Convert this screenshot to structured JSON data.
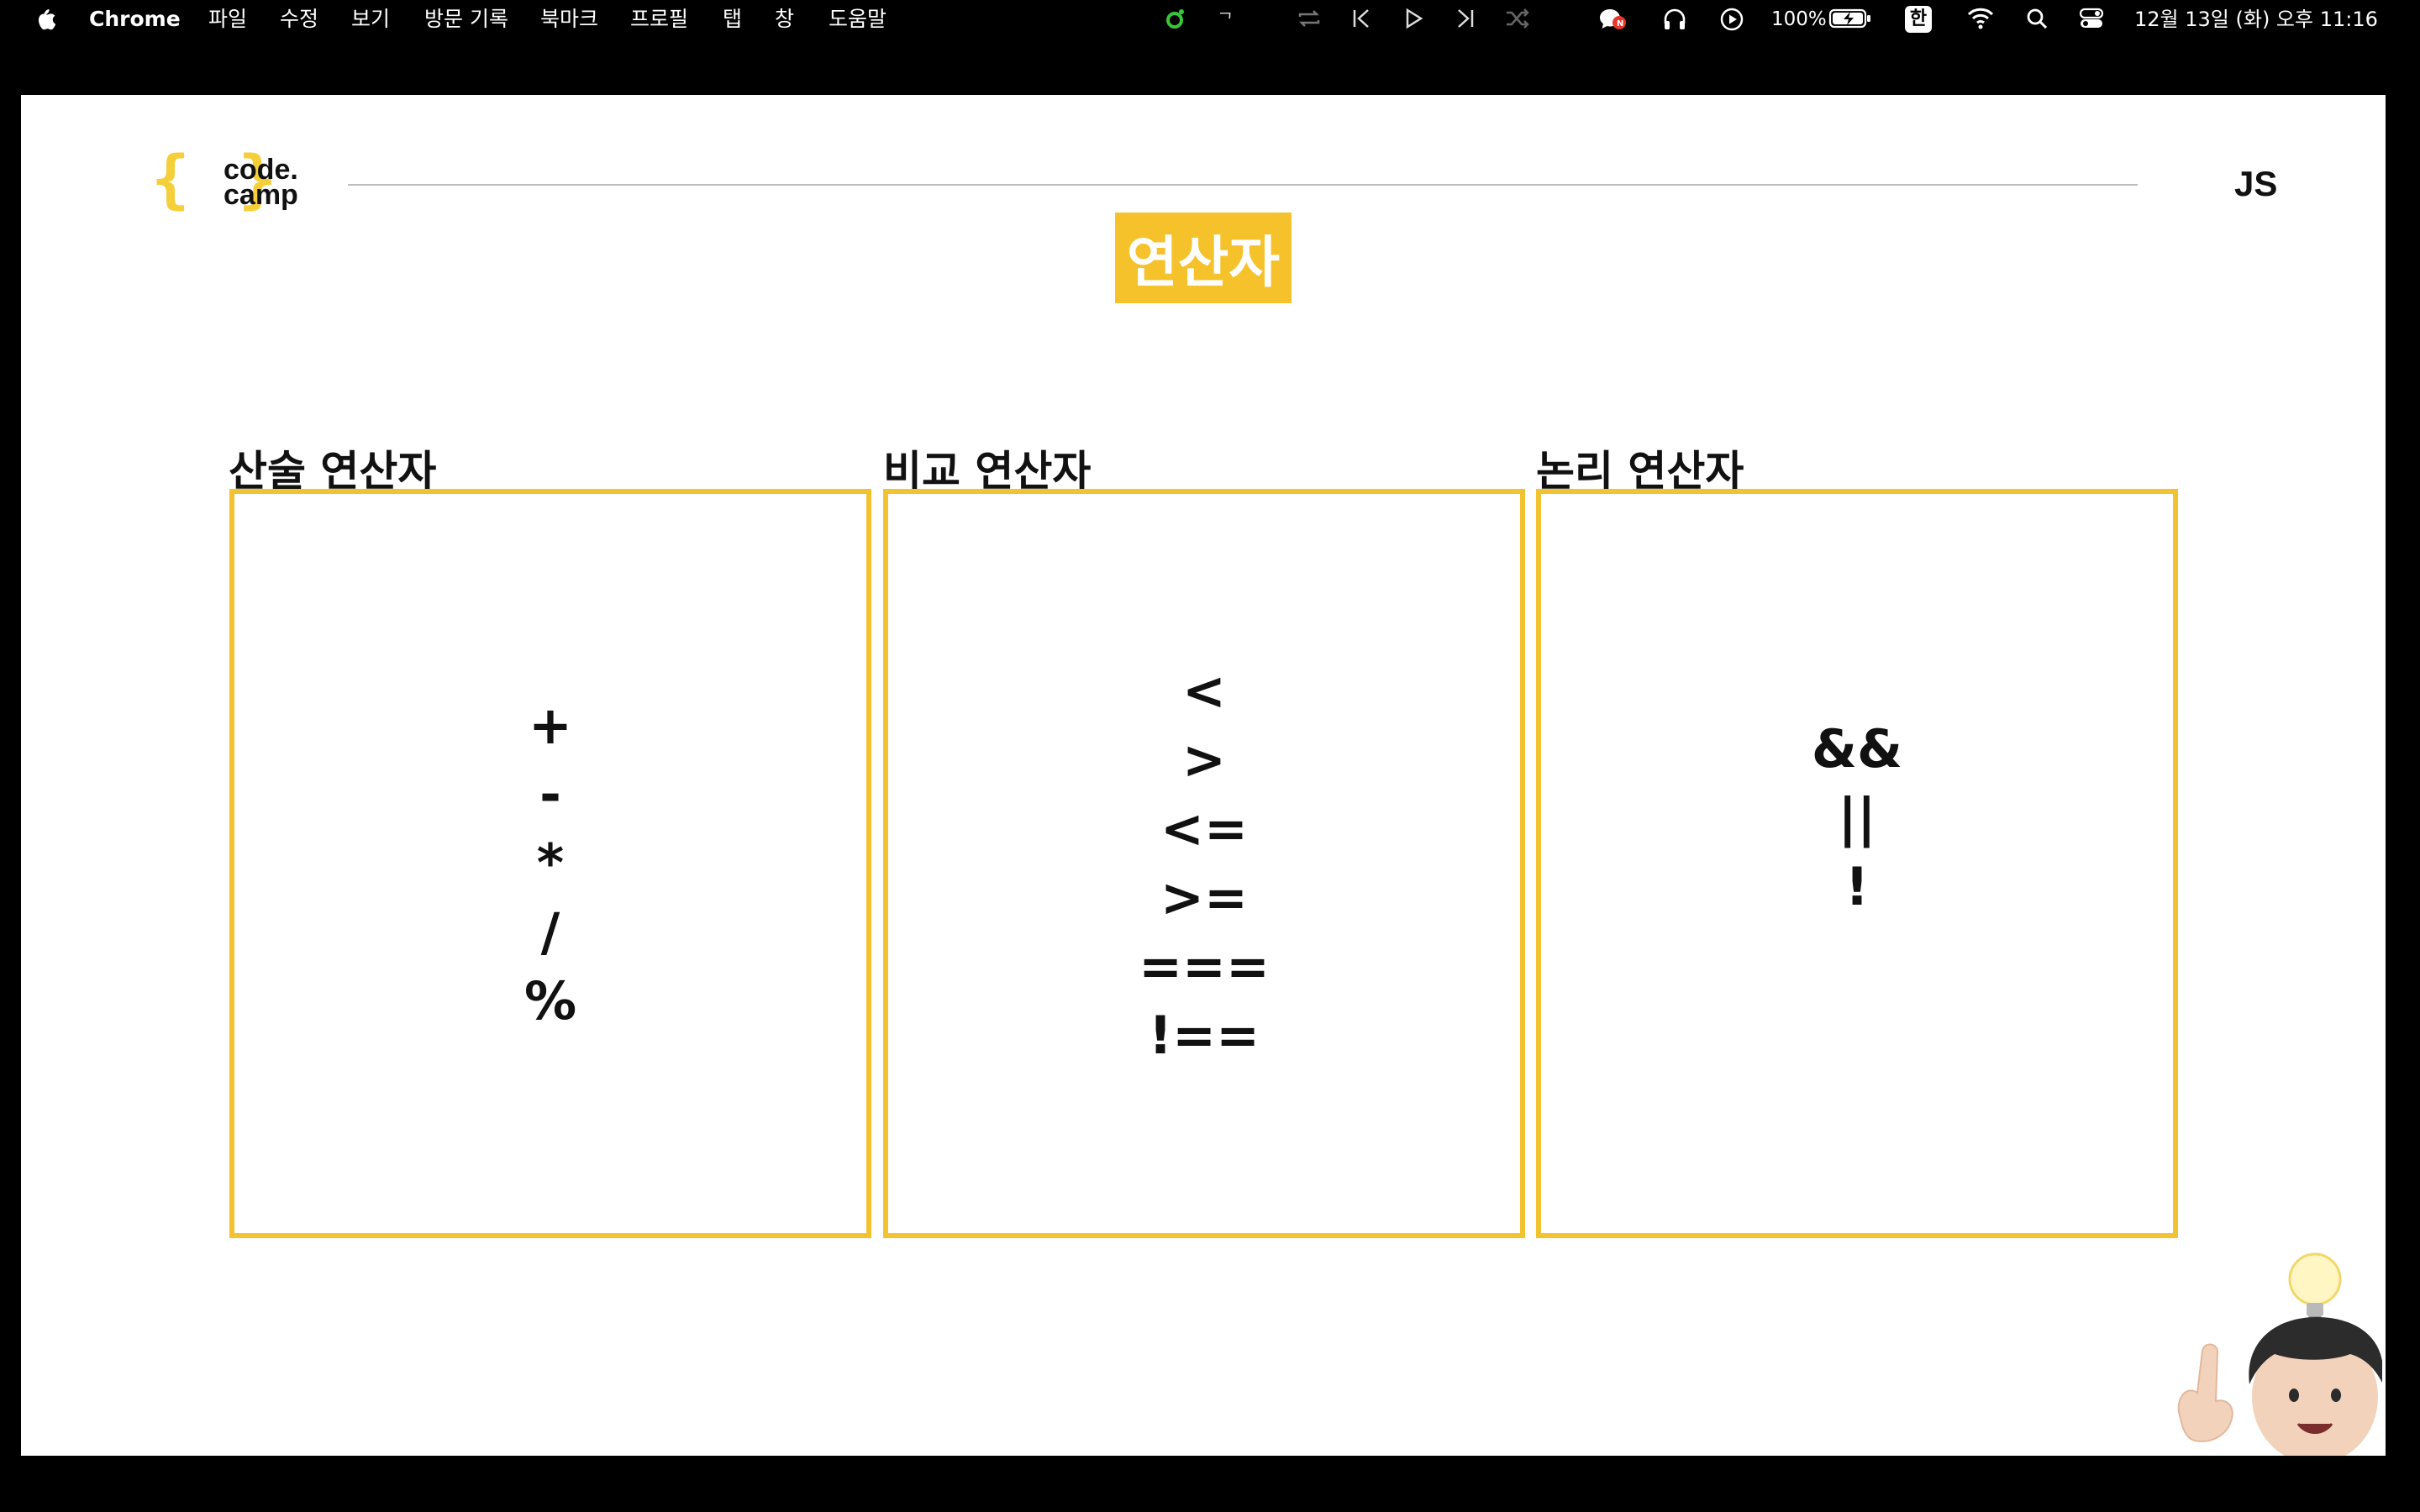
{
  "menubar": {
    "app_name": "Chrome",
    "menus": [
      "파일",
      "수정",
      "보기",
      "방문 기록",
      "북마크",
      "프로필",
      "탭",
      "창",
      "도움말"
    ],
    "battery": "100%",
    "input_method": "한",
    "datetime": "12월 13일 (화) 오후 11:16"
  },
  "slide": {
    "logo_line1": "code.",
    "logo_line2": "camp",
    "logo_brace": "{ }",
    "corner_label": "JS",
    "title": "연산자",
    "sections": [
      {
        "title": "산술 연산자",
        "operators": [
          "+",
          "-",
          "*",
          "/",
          "%"
        ]
      },
      {
        "title": "비교 연산자",
        "operators": [
          "<",
          ">",
          "<=",
          ">=",
          "===",
          "!=="
        ]
      },
      {
        "title": "논리 연산자",
        "operators": [
          "&&",
          "||",
          "!"
        ]
      }
    ]
  },
  "colors": {
    "accent_yellow": "#f5c22c",
    "box_border": "#f2c230"
  },
  "icons": [
    "apple-icon",
    "status-dot-icon",
    "keyboard-icon",
    "repeat-icon",
    "previous-icon",
    "play-icon",
    "next-icon",
    "shuffle-icon",
    "chat-icon",
    "headphones-icon",
    "play-circle-icon",
    "battery-icon",
    "wifi-icon",
    "search-icon",
    "control-center-icon",
    "lightbulb-icon",
    "memoji-avatar"
  ]
}
